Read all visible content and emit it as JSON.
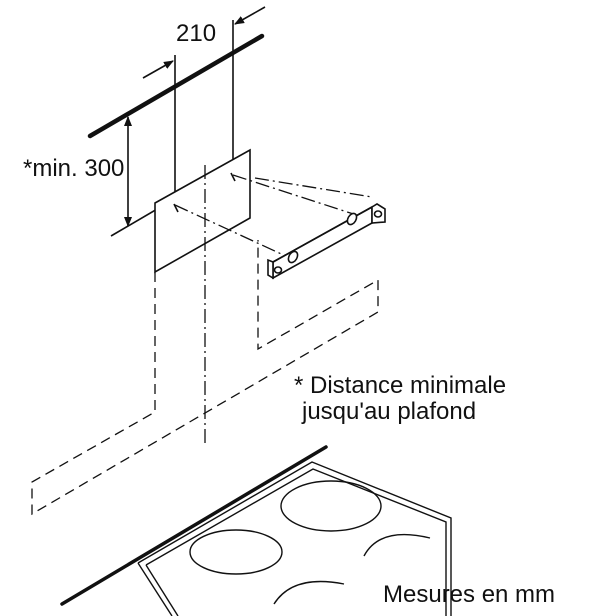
{
  "labels": {
    "width_dim": "210",
    "height_dim": "*min. 300",
    "note_line1": "* Distance minimale",
    "note_line2": "jusqu'au plafond",
    "units": "Mesures en mm"
  },
  "colors": {
    "ink": "#111111",
    "background": "#ffffff"
  }
}
